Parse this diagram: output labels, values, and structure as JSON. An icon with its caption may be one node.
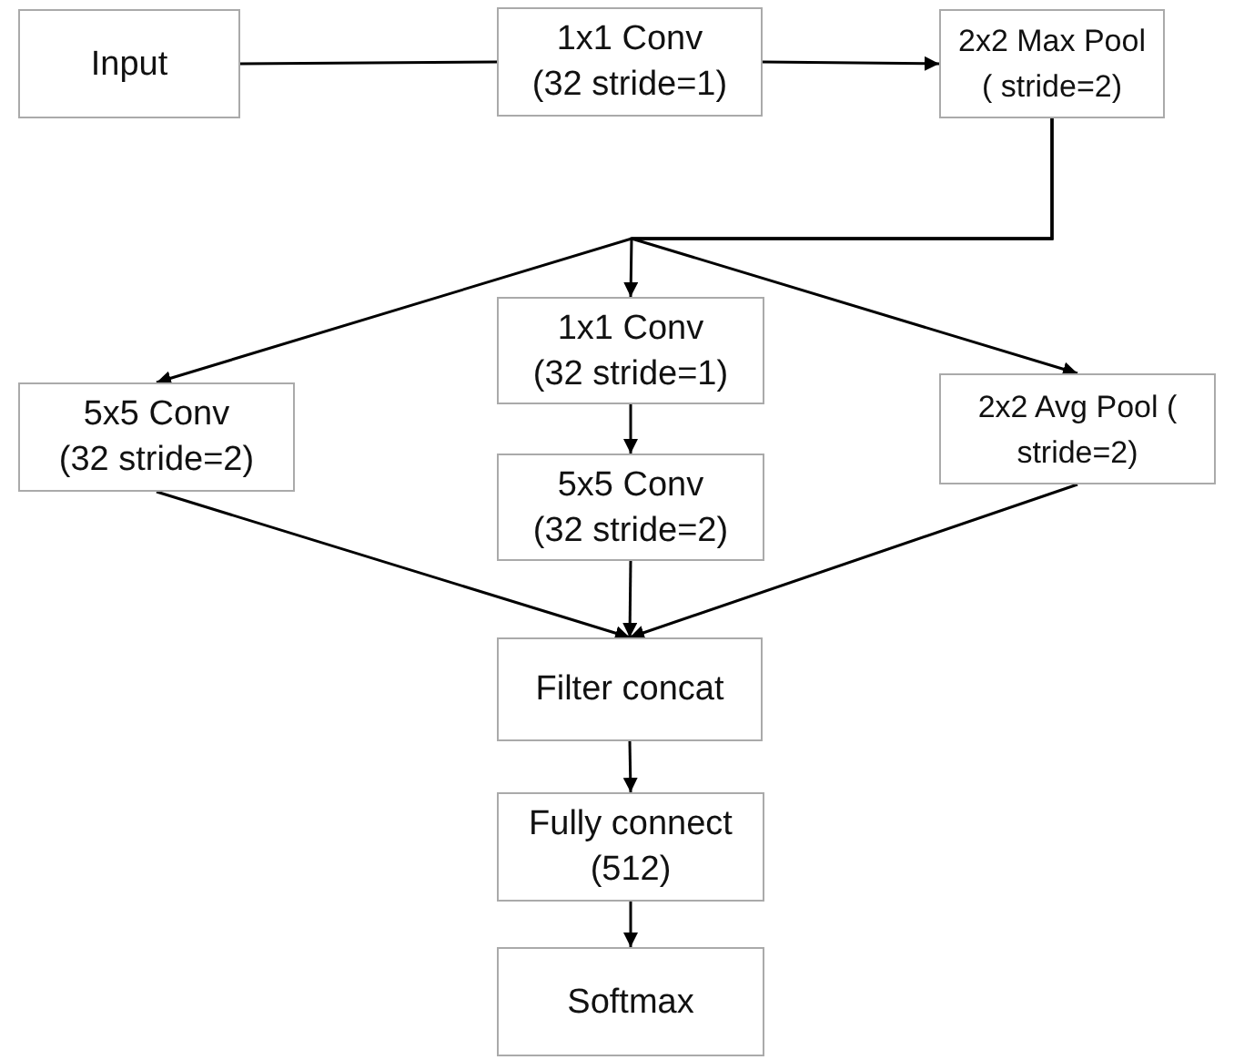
{
  "diagram": {
    "nodes": [
      {
        "text": [
          "Input"
        ]
      },
      {
        "text": [
          "1x1 Conv (32 stride=1)"
        ]
      },
      {
        "text": [
          "2x2 Max Pool ( stride=2)"
        ]
      },
      {
        "text": [
          "1x1 Conv (32 stride=1)"
        ]
      },
      {
        "text": [
          "5x5 Conv (32 stride=2)"
        ]
      },
      {
        "text": [
          "2x2 Avg Pool ( stride=2)"
        ]
      },
      {
        "text": [
          "5x5 Conv (32 stride=2)"
        ]
      },
      {
        "text": [
          "Filter concat"
        ]
      },
      {
        "text": [
          "Fully connect (512)"
        ]
      },
      {
        "text": [
          "Softmax"
        ]
      }
    ],
    "edges": [
      {
        "from": 0,
        "to": 1,
        "arrow": "none"
      },
      {
        "from": 1,
        "to": 2,
        "arrow": "to"
      },
      {
        "from": 2,
        "to": 3,
        "arrow": "to"
      },
      {
        "from": 2,
        "to": 4,
        "arrow": "to"
      },
      {
        "from": 2,
        "to": 5,
        "arrow": "to"
      },
      {
        "from": 3,
        "to": 6,
        "arrow": "to"
      },
      {
        "from": 4,
        "to": 7,
        "arrow": "to"
      },
      {
        "from": 6,
        "to": 7,
        "arrow": "to"
      },
      {
        "from": 5,
        "to": 7,
        "arrow": "to"
      },
      {
        "from": 7,
        "to": 8,
        "arrow": "to"
      },
      {
        "from": 8,
        "to": 9,
        "arrow": "to"
      }
    ]
  }
}
